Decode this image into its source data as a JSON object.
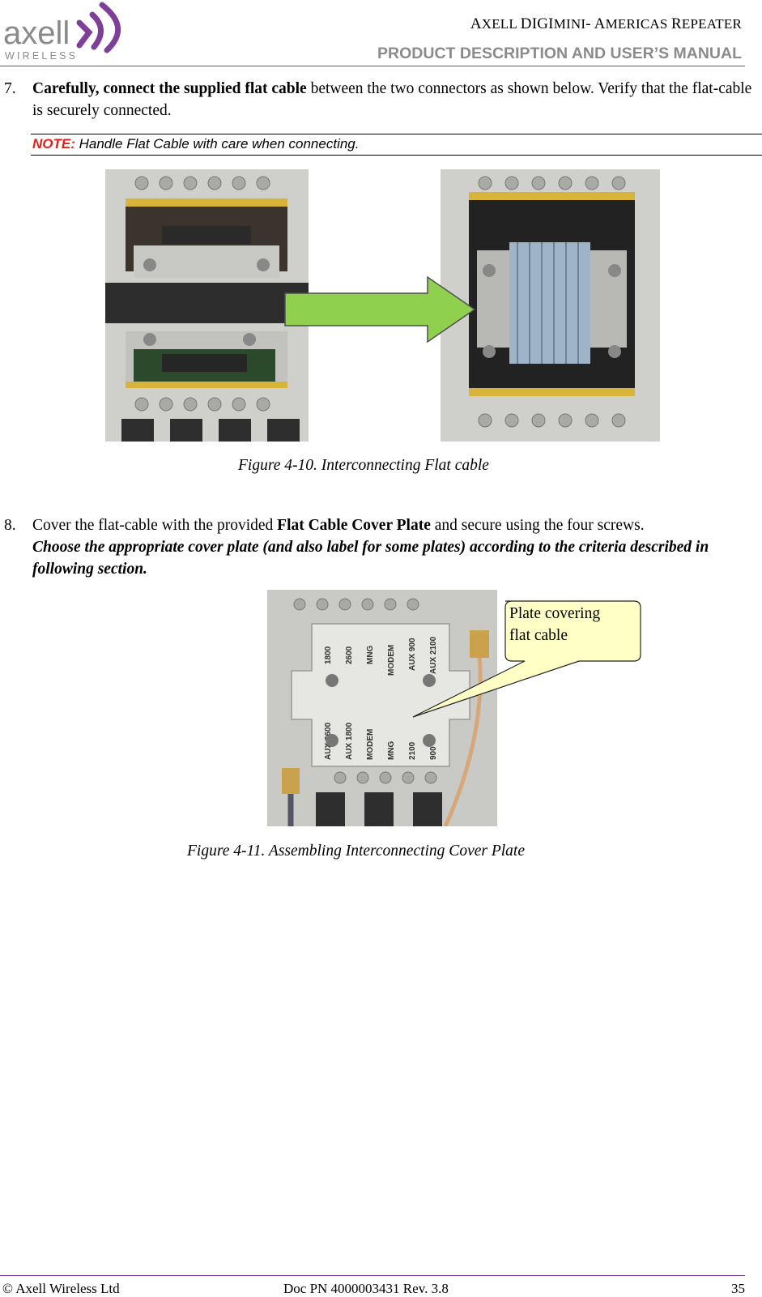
{
  "header": {
    "logo_name": "axell",
    "logo_sub": "WIRELESS",
    "title_line1_parts": [
      "A",
      "XELL ",
      "DIGI",
      "MINI",
      "- A",
      "MERICAS ",
      "R",
      "EPEATER"
    ],
    "title_line2": "PRODUCT DESCRIPTION AND USER’S MANUAL",
    "accent_color": "#7f3f98"
  },
  "step7": {
    "number": "7.",
    "bold_text": "Carefully, connect the supplied flat cable",
    "text": " between the two connectors as shown below. Verify that the flat-cable is securely connected."
  },
  "note": {
    "label": "NOTE:",
    "text": " Handle Flat Cable with care when connecting."
  },
  "figure1": {
    "caption": "Figure 4-10. Interconnecting Flat cable",
    "arrow_color": "#8fd14f"
  },
  "step8": {
    "number": "8.",
    "text_before": "Cover the flat-cable with the provided ",
    "bold_text": "Flat Cable Cover Plate",
    "text_after": " and secure using the four screws.",
    "emphasis": "Choose the appropriate cover plate (and also label for some plates) according to the criteria described in following section."
  },
  "figure2": {
    "callout_line1": "Plate covering",
    "callout_line2": "flat cable",
    "plate_labels_top": [
      "1800",
      "2600",
      "MNG",
      "MODEM",
      "AUX 900",
      "AUX 2100"
    ],
    "plate_labels_bottom": [
      "AUX 2600",
      "AUX 1800",
      "MODEM",
      "MNG",
      "2100",
      "900"
    ],
    "caption": "Figure 4-11. Assembling Interconnecting Cover Plate"
  },
  "footer": {
    "left": "© Axell Wireless Ltd",
    "center": "Doc PN 4000003431 Rev. 3.8",
    "right": "35"
  }
}
